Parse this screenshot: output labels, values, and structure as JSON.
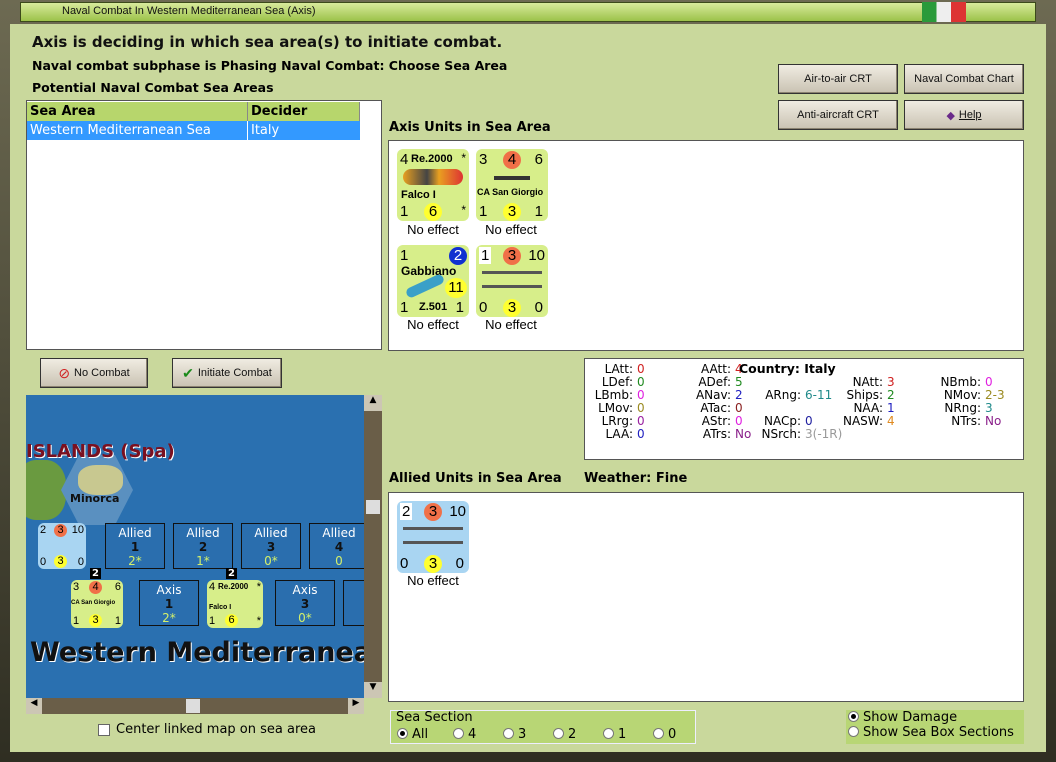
{
  "window": {
    "title": "Naval Combat In Western Mediterranean Sea (Axis)"
  },
  "header": {
    "status": "Axis is deciding in which sea area(s) to initiate combat.",
    "subphase": "Naval combat subphase is Phasing Naval Combat: Choose Sea Area",
    "list_title": "Potential Naval Combat Sea Areas"
  },
  "buttons": {
    "air_to_air": "Air-to-air CRT",
    "naval_chart": "Naval Combat Chart",
    "anti_aircraft": "Anti-aircraft CRT",
    "help": "Help",
    "no_combat": "No Combat",
    "initiate": "Initiate Combat"
  },
  "sea_table": {
    "headers": [
      "Sea Area",
      "Decider"
    ],
    "rows": [
      [
        "Western Mediterranean Sea",
        "Italy"
      ]
    ]
  },
  "axis_units": {
    "label": "Axis Units in Sea Area",
    "units": [
      {
        "top": "Re.2000",
        "tl": "4",
        "tr": "*",
        "name": "Falco I",
        "bl": "1",
        "bm": "6",
        "br": "*",
        "effect": "No effect"
      },
      {
        "tl": "3",
        "tm": "4",
        "tr": "6",
        "name": "CA San Giorgio",
        "bl": "1",
        "bm": "3",
        "br": "1",
        "effect": "No effect"
      },
      {
        "top": "Gabbiano",
        "tl": "1",
        "tr": "2",
        "mid": "11",
        "name": "Z.501",
        "bl": "1",
        "br": "1",
        "effect": "No effect"
      },
      {
        "tl": "1",
        "tm": "3",
        "tr": "10",
        "bl": "0",
        "bm": "3",
        "br": "0",
        "effect": "No effect"
      }
    ]
  },
  "stats": {
    "country_label": "Country: Italy",
    "items": [
      [
        "LAtt:",
        "0"
      ],
      [
        "LDef:",
        "0"
      ],
      [
        "LBmb:",
        "0"
      ],
      [
        "LMov:",
        "0"
      ],
      [
        "LRrg:",
        "0"
      ],
      [
        "LAA:",
        "0"
      ],
      [
        "AAtt:",
        "4"
      ],
      [
        "ADef:",
        "5"
      ],
      [
        "ANav:",
        "2"
      ],
      [
        "ATac:",
        "0"
      ],
      [
        "AStr:",
        "0"
      ],
      [
        "ATrs:",
        "No"
      ],
      [
        "ARng:",
        "6-11"
      ],
      [
        "NACp:",
        "0"
      ],
      [
        "NSrch:",
        "3(-1R)"
      ],
      [
        "NAtt:",
        "3"
      ],
      [
        "Ships:",
        "2"
      ],
      [
        "NAA:",
        "1"
      ],
      [
        "NASW:",
        "4"
      ],
      [
        "NBmb:",
        "0"
      ],
      [
        "NMov:",
        "2-3"
      ],
      [
        "NRng:",
        "3"
      ],
      [
        "NTrs:",
        "No"
      ]
    ]
  },
  "allied_units": {
    "label": "Allied Units in Sea Area",
    "weather": "Weather:  Fine",
    "units": [
      {
        "tl": "2",
        "tm": "3",
        "tr": "10",
        "bl": "0",
        "bm": "3",
        "br": "0",
        "effect": "No effect"
      }
    ]
  },
  "map": {
    "region": "ISLANDS (Spa)",
    "island": "Minorca",
    "sea": "Western Mediterranea",
    "allied_boxes": [
      [
        "Allied",
        "1",
        "2*"
      ],
      [
        "Allied",
        "2",
        "1*"
      ],
      [
        "Allied",
        "3",
        "0*"
      ],
      [
        "Allied",
        "4",
        "0"
      ]
    ],
    "axis_boxes": [
      [
        "Axis",
        "1",
        "2*"
      ],
      [
        "Axis",
        "3",
        "0*"
      ],
      [
        "Ax",
        "",
        " "
      ]
    ],
    "stack_counts": [
      "2",
      "2"
    ],
    "mini": {
      "allied": [
        "2",
        "3",
        "10",
        "0",
        "3",
        "0"
      ],
      "ship": [
        "3",
        "4",
        "6",
        "CA San Giorgio",
        "1",
        "3",
        "1"
      ],
      "plane": [
        "4",
        "Re.2000",
        "*",
        "Falco I",
        "1",
        "6",
        "*"
      ]
    }
  },
  "center_map": {
    "label": "Center linked map on sea area",
    "checked": false
  },
  "sea_section": {
    "label": "Sea Section",
    "options": [
      "All",
      "4",
      "3",
      "2",
      "1",
      "0"
    ],
    "selected": "All"
  },
  "display": {
    "options": [
      "Show Damage",
      "Show Sea Box Sections"
    ],
    "selected": "Show Damage"
  }
}
